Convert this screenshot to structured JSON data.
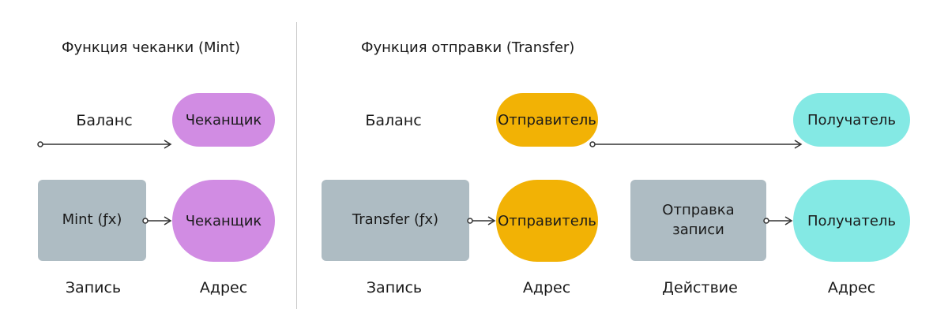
{
  "mint": {
    "title": "Функция чеканки (Mint)",
    "balance_label": "Баланс",
    "balance_node": "Чеканщик",
    "function_box": "Mint (ƒx)",
    "address_node": "Чеканщик",
    "record_label": "Запись",
    "address_label": "Адрес"
  },
  "transfer": {
    "title": "Функция отправки (Transfer)",
    "balance_label": "Баланс",
    "sender_balance_node": "Отправитель",
    "receiver_balance_node": "Получатель",
    "function_box": "Transfer (ƒx)",
    "sender_address_node": "Отправитель",
    "action_box": "Отправка записи",
    "receiver_address_node": "Получатель",
    "record_label": "Запись",
    "address_label_1": "Адрес",
    "action_label": "Действие",
    "address_label_2": "Адрес"
  },
  "colors": {
    "minter": "#d18ce3",
    "sender": "#f2b205",
    "receiver": "#84e9e4",
    "function_box": "#aebcc3",
    "arrow": "#333333"
  }
}
